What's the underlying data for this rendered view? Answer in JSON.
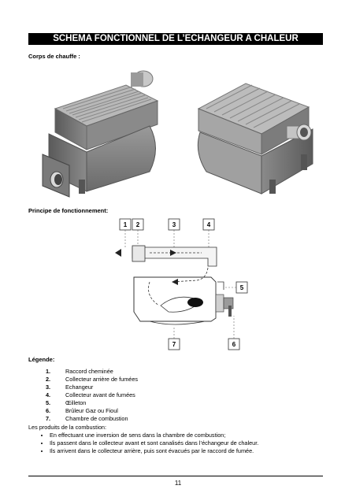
{
  "title": "SCHEMA FONCTIONNEL DE L’ECHANGEUR A CHALEUR",
  "section_body": "Corps de chauffe :",
  "section_principle": "Principe de fonctionnement:",
  "diagram_labels": [
    "1",
    "2",
    "3",
    "4",
    "5",
    "6",
    "7"
  ],
  "legend_title": "Légende:",
  "legend": [
    {
      "num": "1.",
      "text": "Raccord cheminée"
    },
    {
      "num": "2.",
      "text": "Collecteur arrière de fumées"
    },
    {
      "num": "3.",
      "text": "Echangeur"
    },
    {
      "num": "4.",
      "text": "Collecteur avant de fumées"
    },
    {
      "num": "5.",
      "text": "Œilleton"
    },
    {
      "num": "6.",
      "text": "Brûleur Gaz ou Fioul"
    },
    {
      "num": "7.",
      "text": "Chambre de combustion"
    }
  ],
  "intro": "Les produits de la combustion:",
  "bullets": [
    "En effectuant une inversion de sens dans la chambre de combustion;",
    "Ils passent dans le collecteur avant et sont canalisés dans l’échangeur de chaleur.",
    "Ils arrivent dans le collecteur arrière, puis sont évacués par le raccord de fumée."
  ],
  "page_number": "11"
}
